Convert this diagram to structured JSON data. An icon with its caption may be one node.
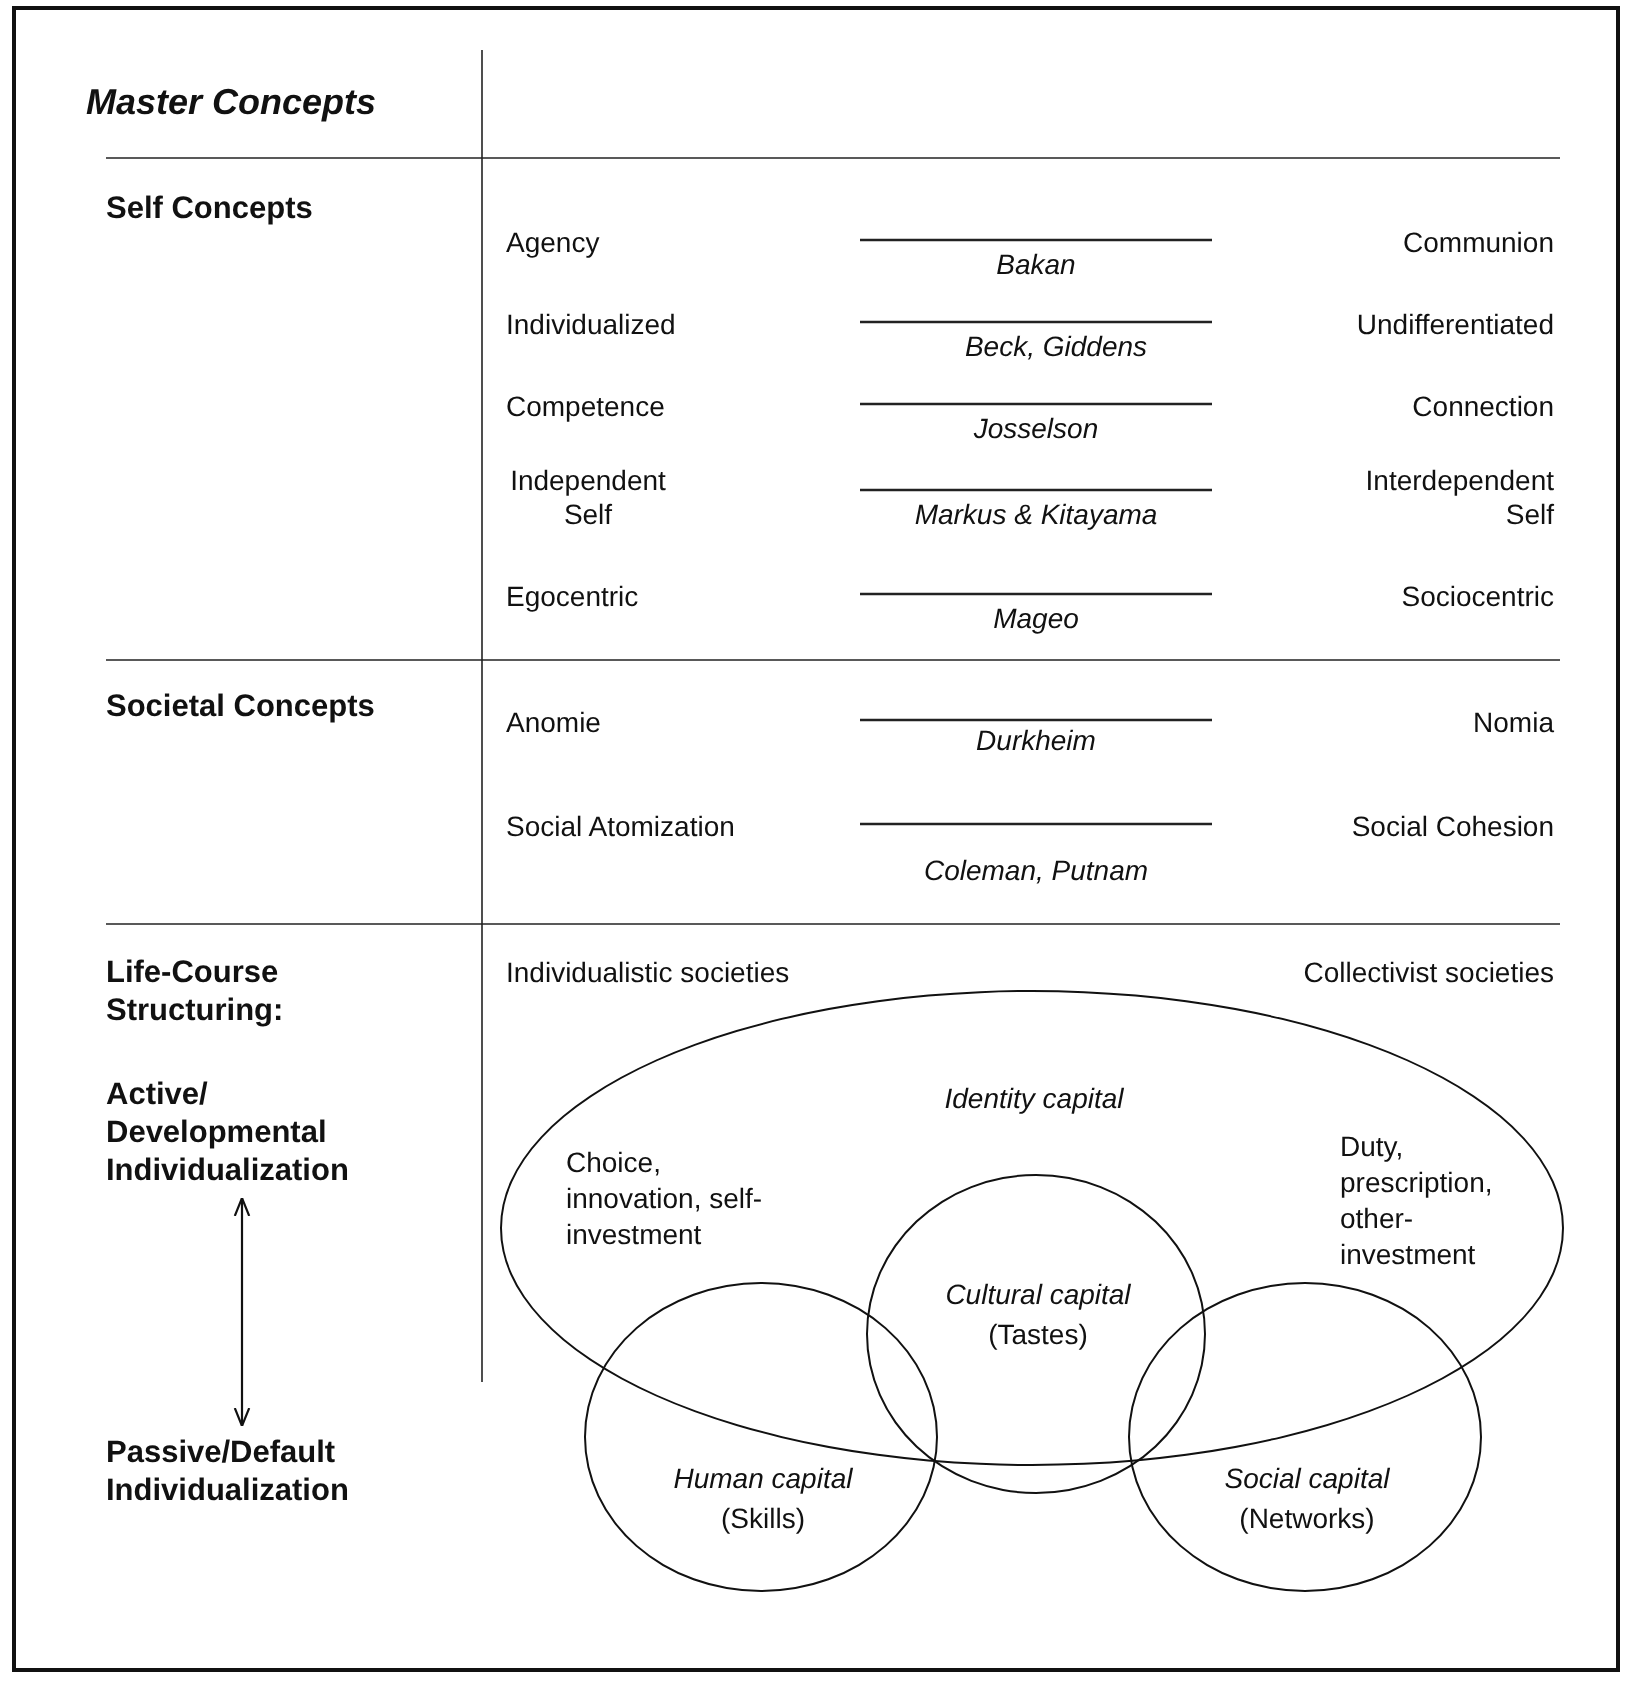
{
  "diagram": {
    "nodes": [
      {
        "text": [
          "Active/ Developmental Individualization"
        ]
      },
      {
        "text": [
          "Passive/Default Individualization"
        ]
      },
      {
        "text": [
          "Identity capital",
          "Choice, innovation, self-investment",
          "Duty, prescription, other-investment"
        ]
      },
      {
        "text": [
          "Cultural capital",
          "(Tastes)"
        ]
      },
      {
        "text": [
          "Human capital",
          "(Skills)"
        ]
      },
      {
        "text": [
          "Social capital",
          "(Networks)"
        ]
      }
    ],
    "edges": [
      {
        "from": 0,
        "to": 1,
        "arrow": "both"
      }
    ],
    "labels": [
      "Master Concepts",
      "Self Concepts",
      "Agency",
      "Communion",
      "Bakan",
      "Individualized",
      "Undifferentiated",
      "Beck, Giddens",
      "Competence",
      "Connection",
      "Josselson",
      "Independent Self",
      "Interdependent Self",
      "Markus & Kitayama",
      "Egocentric",
      "Sociocentric",
      "Mageo",
      "Societal Concepts",
      "Anomie",
      "Nomia",
      "Durkheim",
      "Social Atomization",
      "Social Cohesion",
      "Coleman, Putnam",
      "Life-Course Structuring:",
      "Individualistic societies",
      "Collectivist societies"
    ]
  }
}
